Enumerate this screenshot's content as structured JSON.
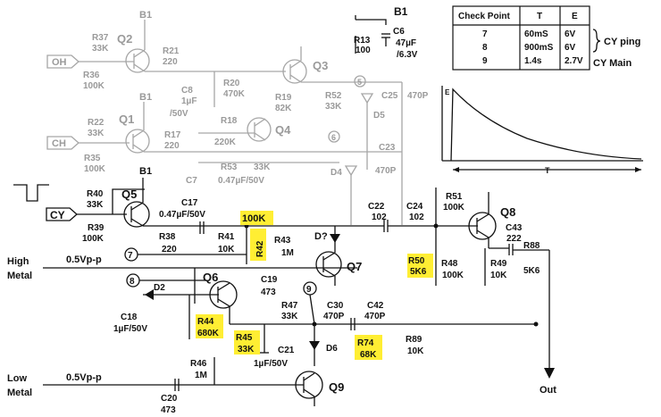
{
  "colors": {
    "ink": "#111111",
    "faded": "#9a9a9a",
    "highlight": "#ffee33",
    "background": "#ffffff"
  },
  "table": {
    "headers": [
      "Check Point",
      "T",
      "E"
    ],
    "rows": [
      [
        "7",
        "60mS",
        "6V"
      ],
      [
        "8",
        "900mS",
        "6V"
      ],
      [
        "9",
        "1.4s",
        "2.7V"
      ]
    ],
    "notes": {
      "cy_ping": "CY ping",
      "cy_main": "CY Main"
    }
  },
  "waveform": {
    "e_label": "E",
    "t_label": "T"
  },
  "ports": {
    "oh": "OH",
    "ch": "CH",
    "cy": "CY"
  },
  "inputs": {
    "high_metal": [
      "High",
      "Metal"
    ],
    "high_level": "0.5Vp-p",
    "low_metal": [
      "Low",
      "Metal"
    ],
    "low_level": "0.5Vp-p"
  },
  "output": "Out",
  "checkpoints": [
    "7",
    "8",
    "9",
    "6",
    "5"
  ],
  "faded": {
    "b1_q2": "B1",
    "b1_q1": "B1",
    "r37": [
      "R37",
      "33K"
    ],
    "r36": [
      "R36",
      "100K"
    ],
    "q2": "Q2",
    "r21": [
      "R21",
      "220"
    ],
    "c8": [
      "C8",
      "1µF",
      "/50V"
    ],
    "r20": [
      "R20",
      "470K"
    ],
    "q3": "Q3",
    "r19": [
      "R19",
      "82K"
    ],
    "r52": [
      "R52",
      "33K"
    ],
    "c25": [
      "C25",
      "470P"
    ],
    "d5": "D5",
    "r18": [
      "R18",
      "220K"
    ],
    "q4": "Q4",
    "r22": [
      "R22",
      "33K"
    ],
    "r35": [
      "R35",
      "100K"
    ],
    "q1": "Q1",
    "r17": [
      "R17",
      "220"
    ],
    "c7": "C7",
    "r53": [
      "R53",
      "33K"
    ],
    "c7v": "0.47µF/50V",
    "d4": "D4",
    "c23": [
      "C23",
      "470P"
    ]
  },
  "parts": {
    "b1_top": "B1",
    "r13": [
      "R13",
      "100"
    ],
    "c6": [
      "C6",
      "47µF",
      "/6.3V"
    ],
    "b1_q5": "B1",
    "r40": [
      "R40",
      "33K"
    ],
    "r39": [
      "R39",
      "100K"
    ],
    "q5": "Q5",
    "c17": [
      "C17",
      "0.47µF/50V"
    ],
    "r38": [
      "R38",
      "220"
    ],
    "r41": [
      "R41",
      "10K"
    ],
    "r42": [
      "100K",
      "R42"
    ],
    "r43": [
      "R43",
      "1M"
    ],
    "d7": "D?",
    "q7": "Q7",
    "c19": [
      "C19",
      "473"
    ],
    "c22": [
      "C22",
      "102"
    ],
    "c24": [
      "C24",
      "102"
    ],
    "r51": [
      "R51",
      "100K"
    ],
    "q8": "Q8",
    "c43": [
      "C43",
      "222"
    ],
    "r50": [
      "R50",
      "5K6"
    ],
    "r48": [
      "R48",
      "100K"
    ],
    "r49": [
      "R49",
      "10K"
    ],
    "r88": [
      "R88",
      "5K6"
    ],
    "d2": "D2",
    "q6": "Q6",
    "c18": [
      "C18",
      "1µF/50V"
    ],
    "r44": [
      "R44",
      "680K"
    ],
    "r45": [
      "R45",
      "33K"
    ],
    "c21": [
      "C21",
      "1µF/50V"
    ],
    "r47": [
      "R47",
      "33K"
    ],
    "c30": [
      "C30",
      "470P"
    ],
    "c42": [
      "C42",
      "470P"
    ],
    "d6": "D6",
    "r74": [
      "R74",
      "68K"
    ],
    "r89": [
      "R89",
      "10K"
    ],
    "r46": [
      "R46",
      "1M"
    ],
    "c20": [
      "C20",
      "473"
    ],
    "q9": "Q9"
  }
}
